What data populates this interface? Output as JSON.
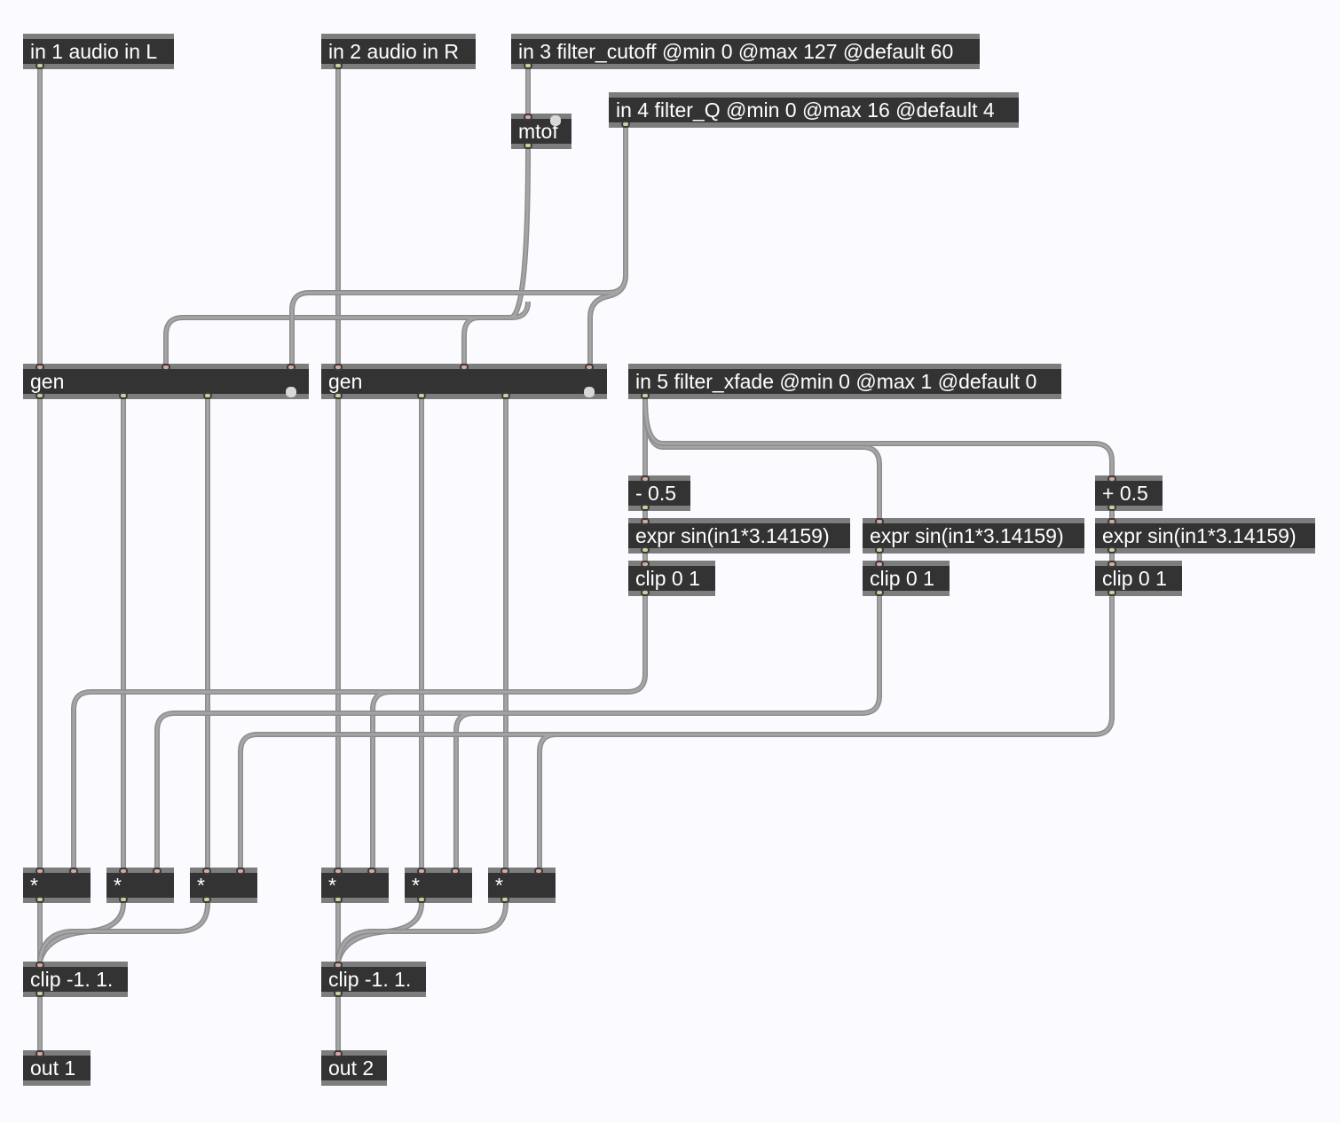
{
  "patch": {
    "objects": {
      "in1": "in 1 audio in L",
      "in2": "in 2 audio in R",
      "in3": "in 3 filter_cutoff @min 0 @max 127 @default 60",
      "mtof": "mtof",
      "in4": "in 4 filter_Q @min 0 @max 16 @default 4",
      "gen_left": "gen",
      "gen_right": "gen",
      "in5": "in 5 filter_xfade @min 0 @max 1 @default 0",
      "minus": "- 0.5",
      "plus": "+ 0.5",
      "expr_a": "expr sin(in1*3.14159)",
      "expr_b": "expr sin(in1*3.14159)",
      "expr_c": "expr sin(in1*3.14159)",
      "clip01_a": "clip 0 1",
      "clip01_b": "clip 0 1",
      "clip01_c": "clip 0 1",
      "mul_l1": "*",
      "mul_l2": "*",
      "mul_l3": "*",
      "mul_r1": "*",
      "mul_r2": "*",
      "mul_r3": "*",
      "clip_out_l": "clip -1. 1.",
      "clip_out_r": "clip -1. 1.",
      "out1": "out 1",
      "out2": "out 2"
    },
    "colors": {
      "background": "#fbfbff",
      "object_body": "#333333",
      "object_border": "#7d7d7d",
      "patch_cord": "#a5a5a5",
      "inlet": "#d7a7a1",
      "outlet": "#c9d29a"
    }
  }
}
